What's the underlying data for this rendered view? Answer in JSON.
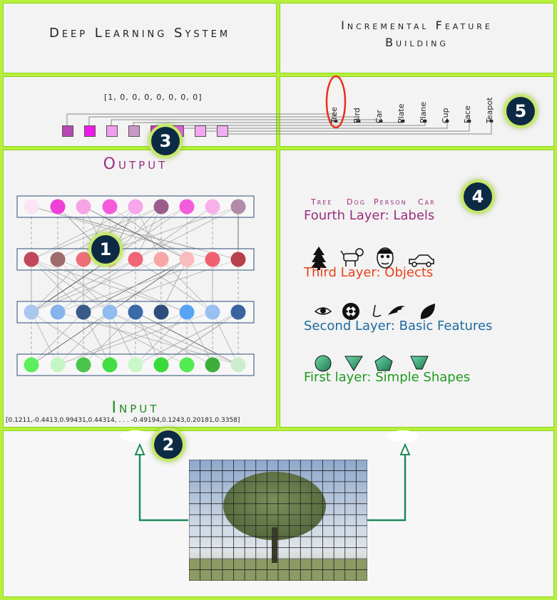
{
  "header": {
    "title": "Deep Learning System",
    "right_title_line1": "Incremental Feature",
    "right_title_line2": "Building"
  },
  "output_vector": "[1, 0, 0, 0, 0, 0, 0, 0]",
  "network": {
    "output_label": "Output",
    "input_label": "Input",
    "input_vector": "[0.1211,-0.4413,0.99431,0.44314, . . . -0.49194,0.1243,0.20181,0.3358]",
    "layers": [
      {
        "colors": [
          "#fce4f4",
          "#f03fd6",
          "#f7a4e6",
          "#f55bdc",
          "#f6a7ea",
          "#9a5d8c",
          "#f25ddc",
          "#f8b0ea",
          "#b08aa6"
        ]
      },
      {
        "colors": [
          "#c0485a",
          "#9e6a6a",
          "#f06e78",
          "#f9a0a4",
          "#f06676",
          "#f8a6a6",
          "#f9bcbc",
          "#f06070",
          "#b8404a"
        ]
      },
      {
        "colors": [
          "#a8c8f0",
          "#88b4ec",
          "#3a5a8a",
          "#90bcf0",
          "#3a6aa8",
          "#2c4e7a",
          "#58a4f4",
          "#98c0f0",
          "#3a64a0"
        ]
      },
      {
        "colors": [
          "#5cee5c",
          "#c4f6c4",
          "#4ac44a",
          "#44de44",
          "#c8f8c8",
          "#3ada3a",
          "#52ec52",
          "#3cae3c",
          "#cceecc"
        ]
      }
    ]
  },
  "output_squares": [
    "#b848b4",
    "#f018e8",
    "#f09ef0",
    "#c898c8",
    "#f010e8",
    "#f050f0",
    "#f4a8f4",
    "#f0b0f0"
  ],
  "labels_axis": [
    "Tree",
    "Bird",
    "Car",
    "Plate",
    "Plane",
    "Cup",
    "Face",
    "Teapot"
  ],
  "feature_layers": {
    "fourth": {
      "words": [
        "Tree",
        "Dog",
        "Person",
        "Car"
      ],
      "title": "Fourth Layer: Labels",
      "color": "#9a2e7f"
    },
    "third": {
      "title": "Third Layer: Objects",
      "color": "#e8421a",
      "icons": [
        "tree-icon",
        "dog-icon",
        "face-icon",
        "car-icon"
      ]
    },
    "second": {
      "title": "Second Layer: Basic Features",
      "color": "#1e6aa0",
      "icons": [
        "eye-icon",
        "wheel-icon",
        "nose-icon",
        "wing-icon",
        "leaf-icon"
      ]
    },
    "first": {
      "title": "First layer: Simple Shapes",
      "color": "#1e9a1e",
      "icons": [
        "circle-icon",
        "triangle-icon",
        "pentagon-icon",
        "funnel-icon"
      ]
    }
  },
  "badges": [
    "1",
    "2",
    "3",
    "4",
    "5"
  ],
  "colors": {
    "panel_border": "#b6f03c",
    "arrow": "#1e8a5a",
    "highlight": "#e8301a"
  }
}
